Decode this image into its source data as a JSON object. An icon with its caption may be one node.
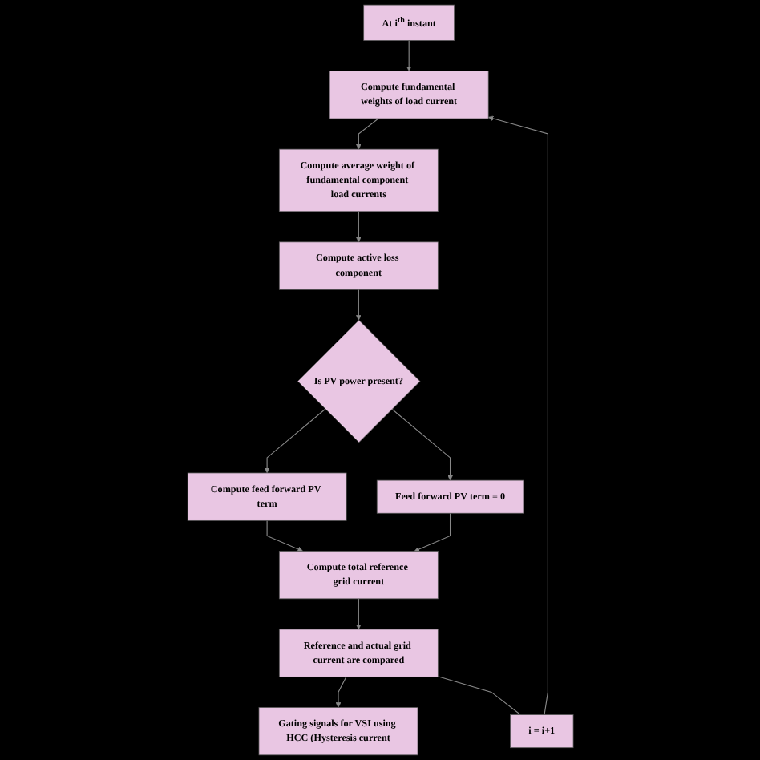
{
  "diagram": {
    "nodes": [
      {
        "text": [
          "At i$^{th}$ instant"
        ]
      },
      {
        "text": [
          "Compute fundamental weights of load current"
        ]
      },
      {
        "text": [
          "Compute average weight of fundamental component load currents"
        ]
      },
      {
        "text": [
          "Compute active loss component"
        ]
      },
      {
        "text": [
          "Is PV power present?"
        ]
      },
      {
        "text": [
          "Compute feed forward PV term"
        ]
      },
      {
        "text": [
          "Feed forward PV term = 0"
        ]
      },
      {
        "text": [
          "Compute total reference grid current"
        ]
      },
      {
        "text": [
          "Reference and actual grid current are compared"
        ]
      },
      {
        "text": [
          "Gating signals for VSI using HCC (Hysteresis current"
        ]
      },
      {
        "text": [
          "i = i+1"
        ]
      }
    ],
    "edges": [
      {
        "from": 0,
        "to": 1,
        "arrow": "to"
      },
      {
        "from": 1,
        "to": 2,
        "arrow": "to"
      },
      {
        "from": 2,
        "to": 3,
        "arrow": "to"
      },
      {
        "from": 3,
        "to": 4,
        "arrow": "to"
      },
      {
        "from": 4,
        "to": 5,
        "arrow": "to"
      },
      {
        "from": 4,
        "to": 6,
        "arrow": "to"
      },
      {
        "from": 5,
        "to": 7,
        "arrow": "to"
      },
      {
        "from": 6,
        "to": 7,
        "arrow": "to"
      },
      {
        "from": 7,
        "to": 8,
        "arrow": "to"
      },
      {
        "from": 8,
        "to": 9,
        "arrow": "to"
      },
      {
        "from": 8,
        "to": 10,
        "arrow": "none"
      },
      {
        "from": 10,
        "to": 1,
        "arrow": "to"
      }
    ]
  }
}
